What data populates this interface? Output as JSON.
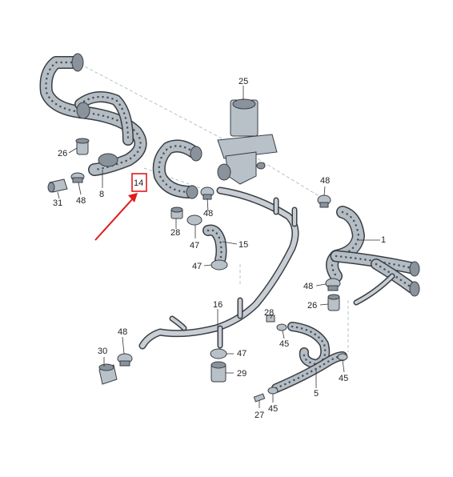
{
  "labels": {
    "p25": "25",
    "p26a": "26",
    "p8": "8",
    "p31": "31",
    "p48a": "48",
    "p14": "14",
    "p48b": "48",
    "p28": "28",
    "p47a": "47",
    "p15": "15",
    "p47b": "47",
    "p48c": "48",
    "p1": "1",
    "p48d": "48",
    "p26b": "26",
    "p16": "16",
    "p48e": "48",
    "p30": "30",
    "p47c": "47",
    "p29": "29",
    "p28b": "28",
    "p45a": "45",
    "p45b": "45",
    "p5": "5",
    "p27": "27",
    "p45c": "45"
  },
  "highlight": {
    "part_number": "14",
    "color": "#e01b1b"
  }
}
